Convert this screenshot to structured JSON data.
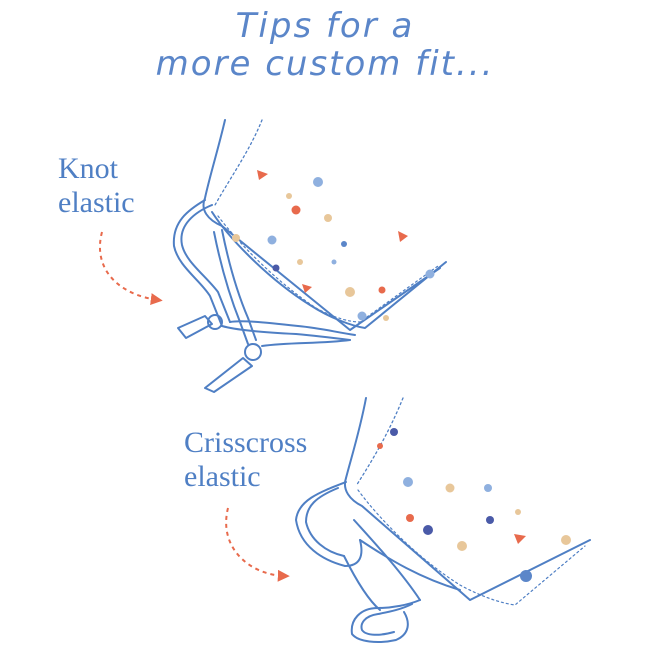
{
  "title": {
    "line1": "Tips for a",
    "line2": "more custom fit..."
  },
  "tips": [
    {
      "label_line1": "Knot",
      "label_line2": "elastic"
    },
    {
      "label_line1": "Crisscross",
      "label_line2": "elastic"
    }
  ],
  "colors": {
    "title": "#5b86c9",
    "labels": "#4f7fc4",
    "outline": "#4f7fc4",
    "arrow": "#e86a4c",
    "dots": [
      "#5b86c9",
      "#e86a4c",
      "#e8c79a",
      "#8fb0df",
      "#4a5aa8"
    ]
  },
  "icons": [
    "dashed-arrow-icon",
    "mask-knot-illustration",
    "mask-crisscross-illustration"
  ]
}
